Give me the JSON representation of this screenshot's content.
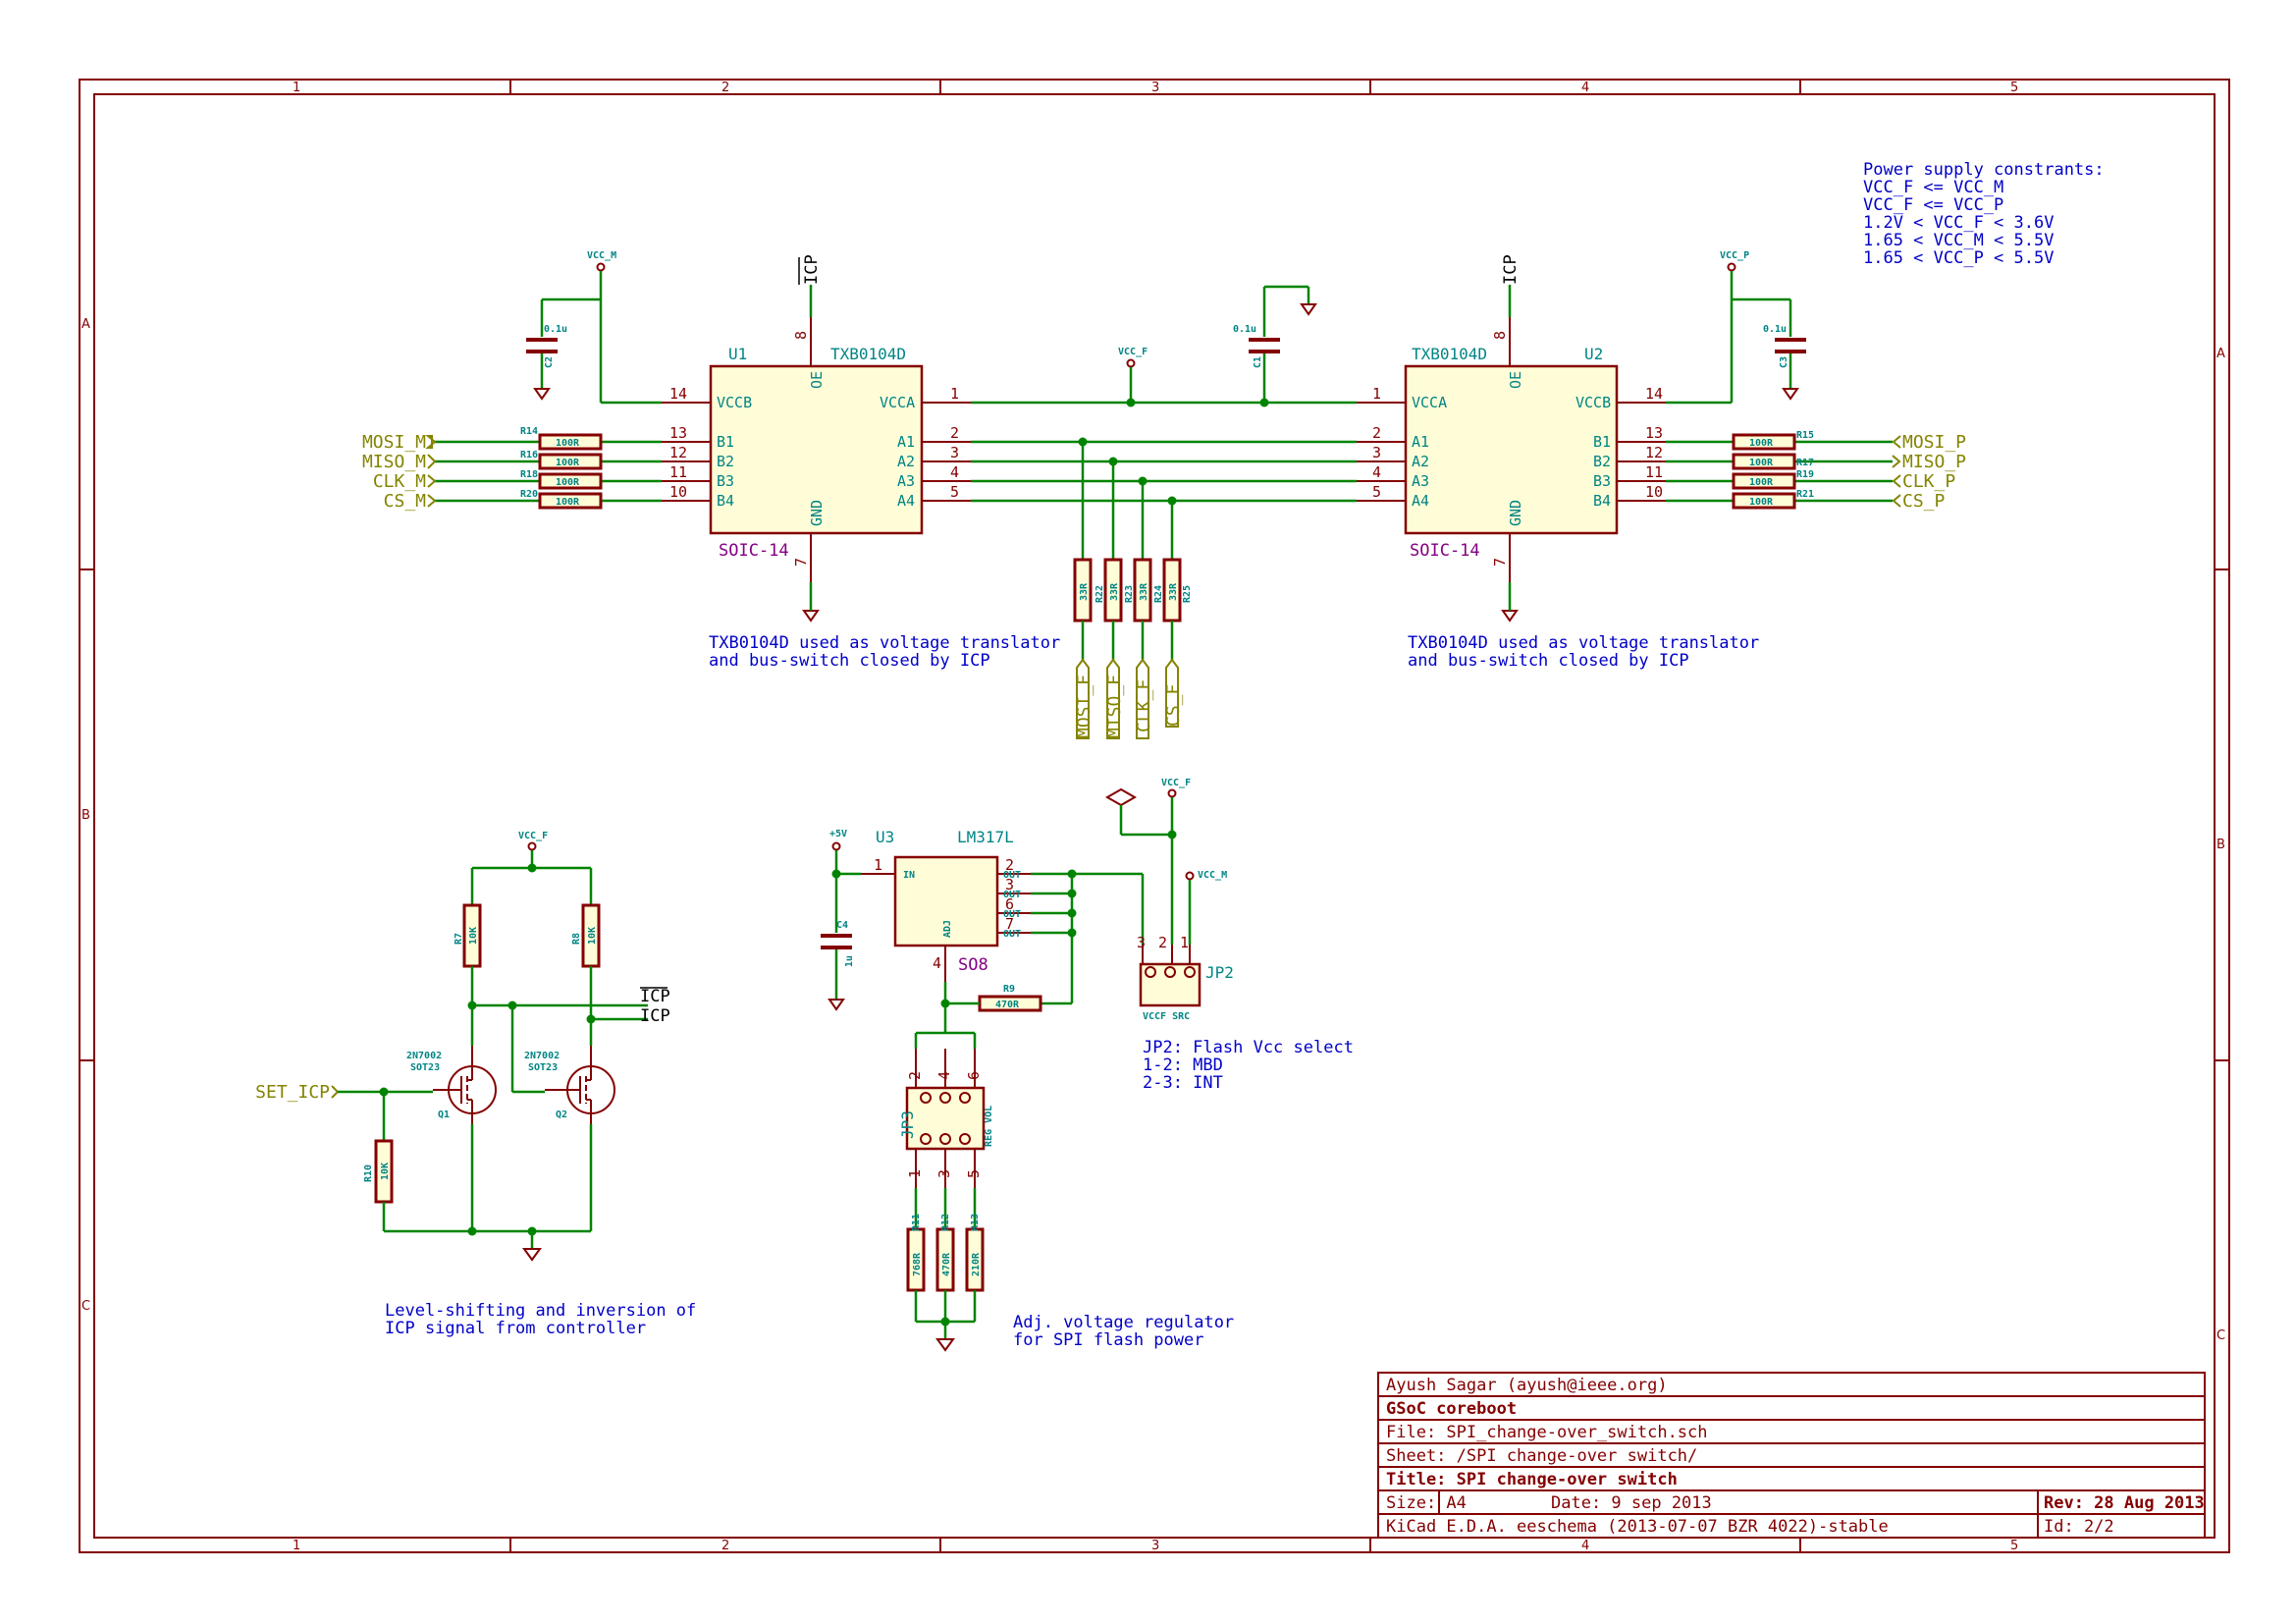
{
  "sheet_border": {
    "columns": [
      "1",
      "2",
      "3",
      "4",
      "5"
    ],
    "rows": [
      "A",
      "B",
      "C"
    ]
  },
  "notes": {
    "power_constraints": [
      "Power supply constrants:",
      "VCC_F <= VCC_M",
      "VCC_F <= VCC_P",
      "1.2V < VCC_F < 3.6V",
      "1.65 < VCC_M < 5.5V",
      "1.65 < VCC_P < 5.5V"
    ],
    "u1_note": [
      "TXB0104D used as voltage translator",
      "and bus-switch closed by ICP"
    ],
    "u2_note": [
      "TXB0104D used as voltage translator",
      "and bus-switch closed by ICP"
    ],
    "level_shift_note": [
      "Level-shifting and inversion of",
      "ICP signal from controller"
    ],
    "regulator_note": [
      "Adj. voltage regulator",
      "for SPI flash power"
    ],
    "jp2_note": [
      "JP2: Flash Vcc select",
      "1-2: MBD",
      "2-3: INT"
    ]
  },
  "components": {
    "u1": {
      "ref": "U1",
      "value": "TXB0104D",
      "footprint": "SOIC-14",
      "left_pins": [
        {
          "num": "14",
          "name": "VCCB"
        },
        {
          "num": "13",
          "name": "B1"
        },
        {
          "num": "12",
          "name": "B2"
        },
        {
          "num": "11",
          "name": "B3"
        },
        {
          "num": "10",
          "name": "B4"
        }
      ],
      "right_pins": [
        {
          "num": "1",
          "name": "VCCA"
        },
        {
          "num": "2",
          "name": "A1"
        },
        {
          "num": "3",
          "name": "A2"
        },
        {
          "num": "4",
          "name": "A3"
        },
        {
          "num": "5",
          "name": "A4"
        }
      ],
      "top_pin": {
        "num": "8",
        "name": "OE"
      },
      "bottom_pin": {
        "num": "7",
        "name": "GND"
      }
    },
    "u2": {
      "ref": "U2",
      "value": "TXB0104D",
      "footprint": "SOIC-14",
      "left_pins": [
        {
          "num": "1",
          "name": "VCCA"
        },
        {
          "num": "2",
          "name": "A1"
        },
        {
          "num": "3",
          "name": "A2"
        },
        {
          "num": "4",
          "name": "A3"
        },
        {
          "num": "5",
          "name": "A4"
        }
      ],
      "right_pins": [
        {
          "num": "14",
          "name": "VCCB"
        },
        {
          "num": "13",
          "name": "B1"
        },
        {
          "num": "12",
          "name": "B2"
        },
        {
          "num": "11",
          "name": "B3"
        },
        {
          "num": "10",
          "name": "B4"
        }
      ],
      "top_pin": {
        "num": "8",
        "name": "OE"
      },
      "bottom_pin": {
        "num": "7",
        "name": "GND"
      }
    },
    "u3": {
      "ref": "U3",
      "value": "LM317L",
      "footprint": "SO8",
      "pins": [
        {
          "num": "1",
          "name": "IN"
        },
        {
          "num": "2",
          "name": "OUT"
        },
        {
          "num": "3",
          "name": "OUT"
        },
        {
          "num": "6",
          "name": "OUT"
        },
        {
          "num": "7",
          "name": "OUT"
        },
        {
          "num": "4",
          "name": "ADJ"
        }
      ]
    },
    "caps": [
      {
        "ref": "C2",
        "value": "0.1u"
      },
      {
        "ref": "C1",
        "value": "0.1u"
      },
      {
        "ref": "C3",
        "value": "0.1u"
      },
      {
        "ref": "C4",
        "value": "1u"
      }
    ],
    "res_left": [
      {
        "ref": "R14",
        "value": "100R"
      },
      {
        "ref": "R16",
        "value": "100R"
      },
      {
        "ref": "R18",
        "value": "100R"
      },
      {
        "ref": "R20",
        "value": "100R"
      }
    ],
    "res_right": [
      {
        "ref": "R15",
        "value": "100R"
      },
      {
        "ref": "R17",
        "value": "100R"
      },
      {
        "ref": "R19",
        "value": "100R"
      },
      {
        "ref": "R21",
        "value": "100R"
      }
    ],
    "res_mid": [
      {
        "ref": "R22",
        "value": "33R"
      },
      {
        "ref": "R23",
        "value": "33R"
      },
      {
        "ref": "R24",
        "value": "33R"
      },
      {
        "ref": "R25",
        "value": "33R"
      }
    ],
    "r7": {
      "ref": "R7",
      "value": "10K"
    },
    "r8": {
      "ref": "R8",
      "value": "10K"
    },
    "r10": {
      "ref": "R10",
      "value": "10K"
    },
    "r9": {
      "ref": "R9",
      "value": "470R"
    },
    "res_jp3": [
      {
        "ref": "R11",
        "value": "768R"
      },
      {
        "ref": "R12",
        "value": "470R"
      },
      {
        "ref": "R13",
        "value": "210R"
      }
    ],
    "q1": {
      "ref": "Q1",
      "value": "2N7002",
      "footprint": "SOT23"
    },
    "q2": {
      "ref": "Q2",
      "value": "2N7002",
      "footprint": "SOT23"
    },
    "jp2": {
      "ref": "JP2",
      "value": "VCCF SRC",
      "pins": [
        "3",
        "2",
        "1"
      ]
    },
    "jp3": {
      "ref": "JP3",
      "value": "REG VOL",
      "pins_top": [
        "2",
        "4",
        "6"
      ],
      "pins_bottom": [
        "1",
        "3",
        "5"
      ]
    }
  },
  "power": {
    "vcc_m": "VCC_M",
    "vcc_f": "VCC_F",
    "vcc_p": "VCC_P",
    "plus5v": "+5V"
  },
  "labels": {
    "icp_bar": "ICP",
    "icp": "ICP",
    "set_icp": "SET_ICP",
    "left_globals": [
      "MOSI_M",
      "MISO_M",
      "CLK_M",
      "CS_M"
    ],
    "right_globals": [
      "MOSI_P",
      "MISO_P",
      "CLK_P",
      "CS_P"
    ],
    "mid_globals": [
      "MOSI_F",
      "MISO_F",
      "CLK_F",
      "CS_F"
    ]
  },
  "title_block": {
    "author": "Ayush Sagar (ayush@ieee.org)",
    "company": "GSoC coreboot",
    "file": "File: SPI_change-over_switch.sch",
    "sheet": "Sheet: /SPI change-over switch/",
    "title": "Title: SPI change-over switch",
    "size": "Size: A4",
    "date": "Date: 9 sep 2013",
    "rev": "Rev: 28 Aug 2013",
    "tool": "KiCad E.D.A.  eeschema (2013-07-07 BZR 4022)-stable",
    "id": "Id: 2/2"
  }
}
